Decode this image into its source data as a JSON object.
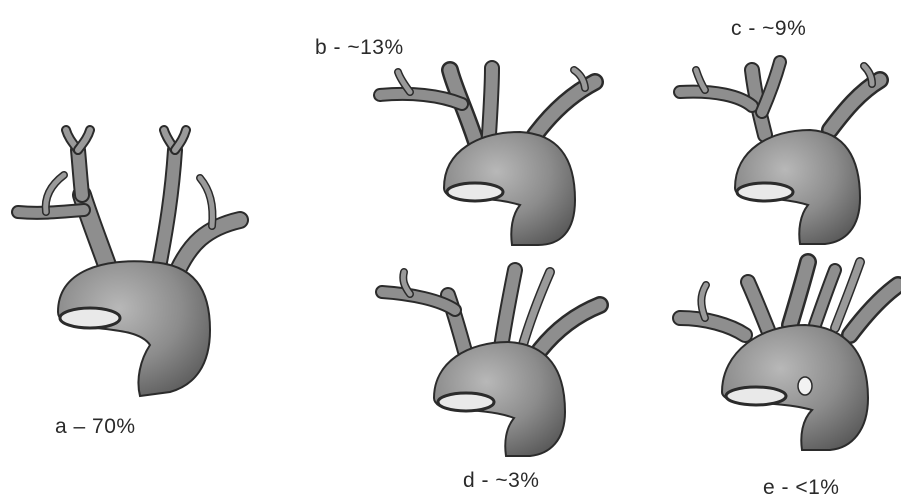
{
  "figure": {
    "variants": [
      {
        "id": "a",
        "label": "a – 70%"
      },
      {
        "id": "b",
        "label": "b - ~13%"
      },
      {
        "id": "c",
        "label": "c - ~9%"
      },
      {
        "id": "d",
        "label": "d - ~3%"
      },
      {
        "id": "e",
        "label": "e - <1%"
      }
    ],
    "colors": {
      "vessel_fill": "#8c8c8c",
      "vessel_stroke": "#2b2b2b",
      "lumen": "#f2f2f2",
      "label_text": "#2a2a2a"
    }
  }
}
